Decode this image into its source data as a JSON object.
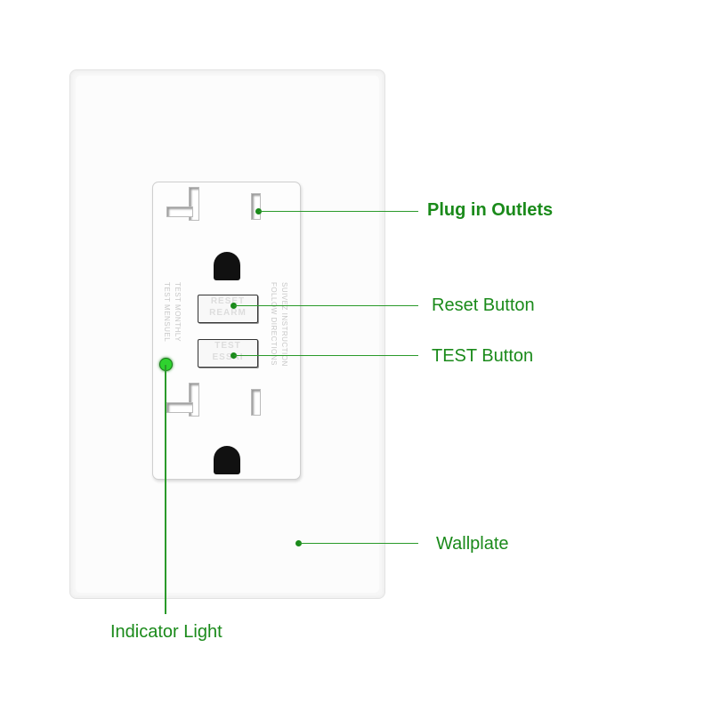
{
  "labels": {
    "plug_in_outlets": "Plug in Outlets",
    "reset_button": "Reset Button",
    "test_button": "TEST Button",
    "wallplate": "Wallplate",
    "indicator_light": "Indicator Light"
  },
  "receptacle_text": {
    "test_monthly": "TEST MONTHLY",
    "test_mensuel": "TEST MENSUEL",
    "follow_directions": "FOLLOW DIRECTIONS",
    "suivez_instruction": "SUIVEZ INSTRUCTION",
    "reset_top": "RESET",
    "reset_bottom": "REARM",
    "test_top": "TEST",
    "test_bottom": "ESSAI"
  },
  "colors": {
    "label": "#1a8a1a",
    "leader_line": "#2a9a2a",
    "indicator_led": "#2fd22f"
  }
}
